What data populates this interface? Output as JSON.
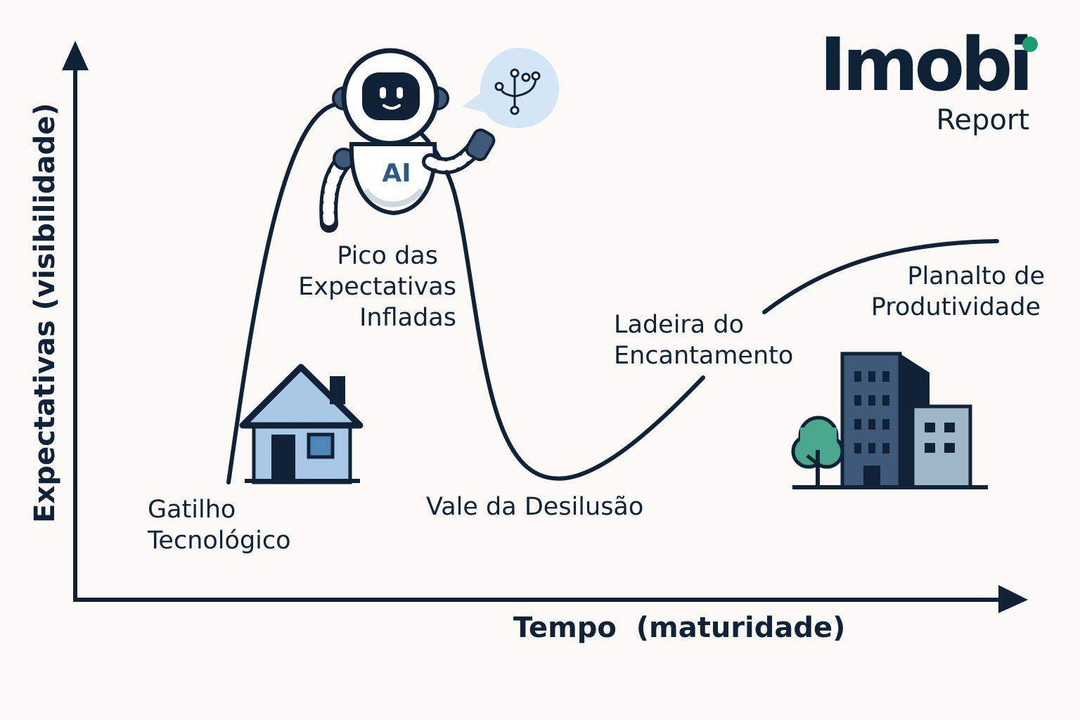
{
  "axes": {
    "x_label": "Tempo  (maturidade)",
    "y_label": "Expectativas (visibilidade)"
  },
  "phases": {
    "trigger": [
      "Gatilho",
      "Tecnológico"
    ],
    "peak": [
      "Pico das",
      "Expectativas",
      "Infladas"
    ],
    "trough": [
      "Vale da Desilusão"
    ],
    "slope": [
      "Ladeira do",
      "Encantamento"
    ],
    "plateau": [
      "Planalto de",
      "Produtividade"
    ]
  },
  "brand": {
    "name": "Imobi",
    "subtitle": "Report",
    "accent": "#1a9e6e"
  },
  "robot": {
    "chest_text": "AI"
  },
  "colors": {
    "ink": "#0f2238",
    "house_fill": "#a9c8e6",
    "building_dark": "#3e5a78",
    "building_light": "#9fb7c7",
    "tree": "#4aa88f",
    "bubble": "#d4e6f5"
  }
}
